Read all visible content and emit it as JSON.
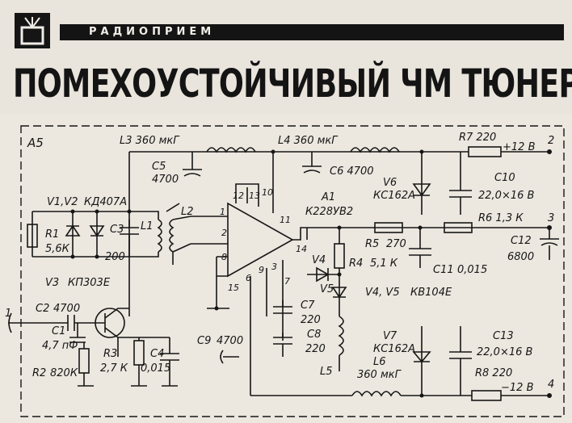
{
  "header": {
    "rubric": "РАДИОПРИЕМ",
    "title": "ПОМЕХОУСТОЙЧИВЫЙ ЧМ ТЮНЕР"
  },
  "schematic": {
    "block_label": "A5",
    "labels": {
      "L3": "L3 360 мкГ",
      "L4": "L4 360 мкГ",
      "R7": "R7 220",
      "plus12": "+12 В",
      "pin2": "2",
      "C5": "C5",
      "C5v": "4700",
      "C6": "C6 4700",
      "V6": "V6",
      "V6t": "КС162А",
      "C10": "C10",
      "C10v": "22,0×16 В",
      "A1": "A1",
      "A1t": "К228УВ2",
      "V1V2": "V1,V2",
      "V1V2t": "КД407А",
      "C3": "C3",
      "C3v": "200",
      "L1": "L1",
      "L2": "L2",
      "R1": "R1",
      "R1v": "5,6К",
      "R5": "R5",
      "R5v": "270",
      "R6": "R6 1,3 К",
      "pin3": "3",
      "C12": "C12",
      "C12v": "6800",
      "V3": "V3",
      "V3t": "КП303Е",
      "V4": "V4",
      "R4": "R4",
      "R4v": "5,1 К",
      "C11": "C11",
      "C11v": "0,015",
      "V5": "V5",
      "V4V5": "V4, V5",
      "V4V5t": "КВ104Е",
      "C2": "C2",
      "C2v": "4700",
      "pin1": "1",
      "C7": "C7",
      "C7v": "220",
      "C8": "C8",
      "C8v": "220",
      "C1": "C1",
      "C1v": "4,7 пФ",
      "R3": "R3",
      "R3v": "2,7 К",
      "C4": "C4",
      "C4v": "0,015",
      "C9": "C9",
      "C9v": "4700",
      "V7": "V7",
      "V7t": "КС162А",
      "C13": "C13",
      "C13v": "22,0×16 В",
      "R2": "R2",
      "R2v": "820К",
      "L5": "L5",
      "L6": "L6",
      "L6v": "360 мкГ",
      "R8": "R8 220",
      "minus12": "−12 В",
      "pin4": "4",
      "p12": "12",
      "p13": "13",
      "p10": "10",
      "p11": "11",
      "p1": "1",
      "p2": "2",
      "p8": "8",
      "p15": "15",
      "p6": "6",
      "p9": "9",
      "p3": "3",
      "p7": "7",
      "p14": "14"
    }
  }
}
